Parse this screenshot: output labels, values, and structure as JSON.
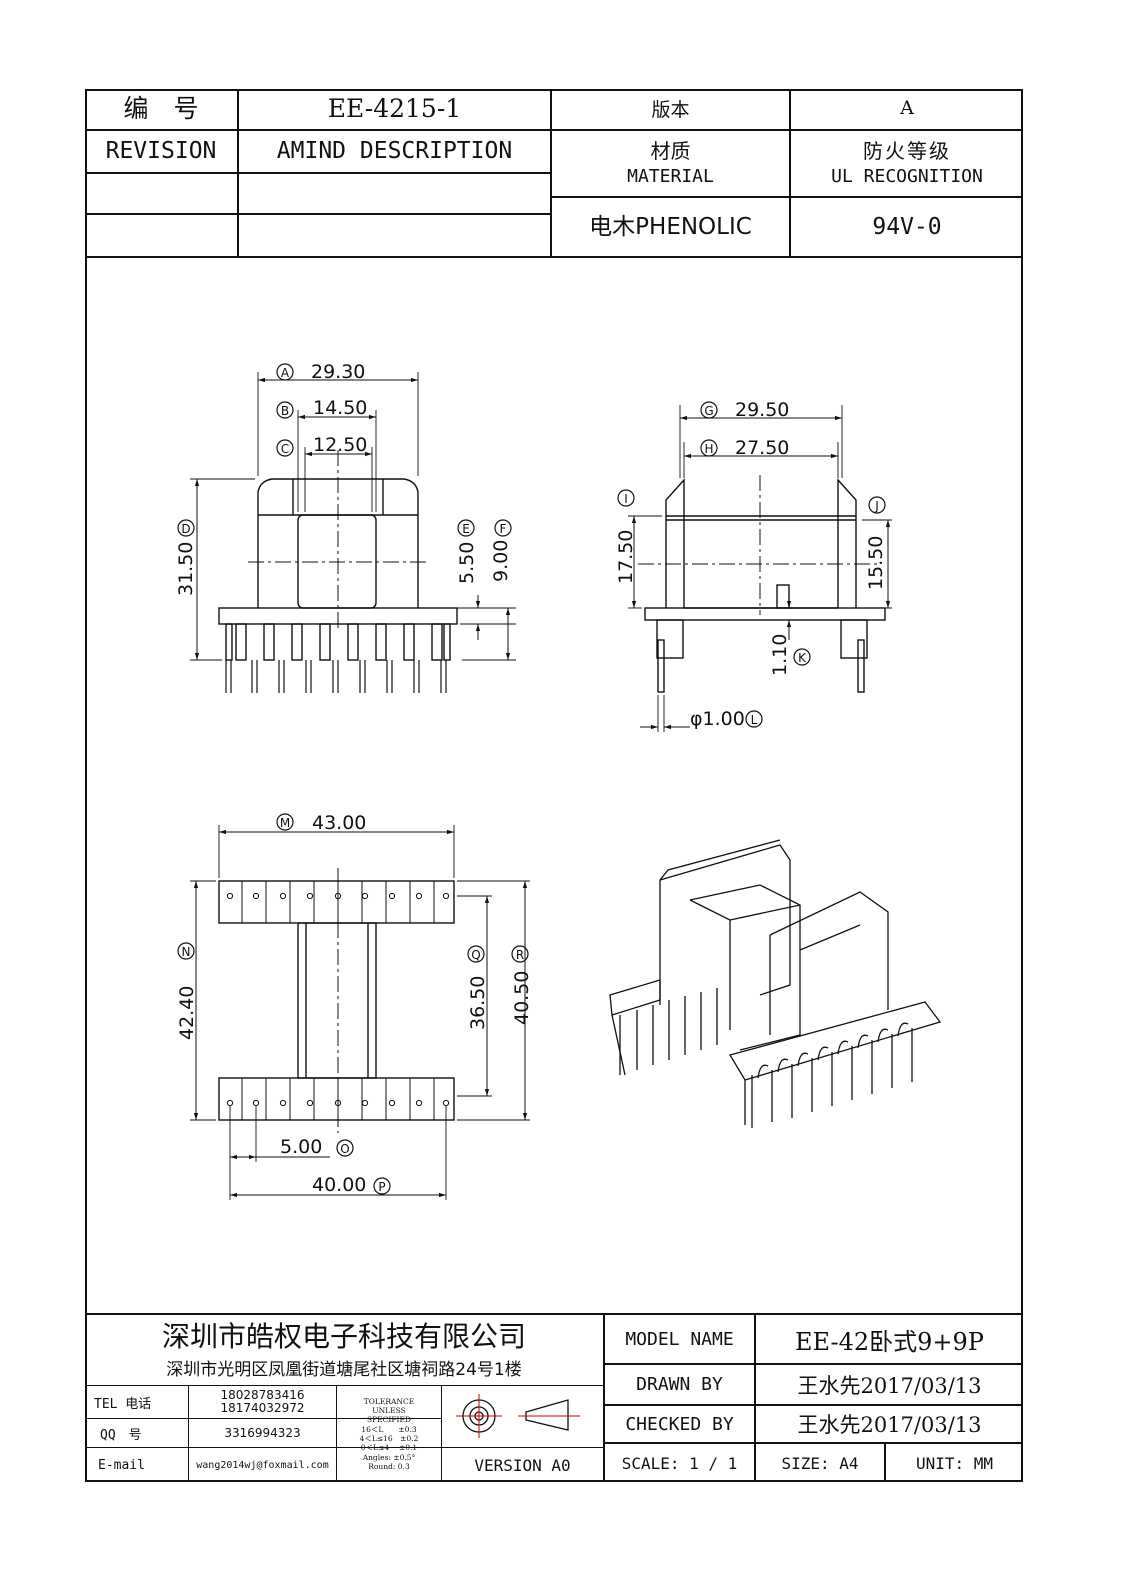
{
  "header": {
    "number_label": "编　号",
    "part_number": "EE-4215-1",
    "version_label": "版本",
    "version_value": "A",
    "revision_label": "REVISION",
    "amend_label": "AMIND DESCRIPTION",
    "material_label_cn": "材质",
    "material_label_en": "MATERIAL",
    "fire_label_cn": "防火等级",
    "fire_label_en": "UL RECOGNITION",
    "material_value": "电木PHENOLIC",
    "fire_value": "94V-0"
  },
  "dimensions": {
    "A": {
      "letter": "A",
      "value": "29.30"
    },
    "B": {
      "letter": "B",
      "value": "14.50"
    },
    "C": {
      "letter": "C",
      "value": "12.50"
    },
    "D": {
      "letter": "D",
      "value": "31.50"
    },
    "E": {
      "letter": "E",
      "value": "5.50"
    },
    "F": {
      "letter": "F",
      "value": "9.00"
    },
    "G": {
      "letter": "G",
      "value": "29.50"
    },
    "H": {
      "letter": "H",
      "value": "27.50"
    },
    "I": {
      "letter": "I",
      "value": "17.50"
    },
    "J": {
      "letter": "J",
      "value": "15.50"
    },
    "K": {
      "letter": "K",
      "value": "1.10"
    },
    "L": {
      "letter": "L",
      "value": "φ1.00"
    },
    "M": {
      "letter": "M",
      "value": "43.00"
    },
    "N": {
      "letter": "N",
      "value": "42.40"
    },
    "O": {
      "letter": "O",
      "value": "5.00"
    },
    "P": {
      "letter": "P",
      "value": "40.00"
    },
    "Q": {
      "letter": "Q",
      "value": "36.50"
    },
    "R": {
      "letter": "R",
      "value": "40.50"
    }
  },
  "footer": {
    "company": "深圳市皓权电子科技有限公司",
    "address": "深圳市光明区凤凰街道塘尾社区塘祠路24号1楼",
    "tel_label": "TEL 电话",
    "tel_1": "18028783416",
    "tel_2": "18174032972",
    "qq_label": "QQ　号",
    "qq_value": "3316994323",
    "email_label": "E-mail",
    "email_value": "wang2014wj@foxmail.com",
    "tolerance_title": "TOLERANCE",
    "tolerance_unless": "UNLESS",
    "tolerance_specified": "SPECIFIED",
    "tol_1": "16＜L　　±0.3",
    "tol_2": "4＜L≤16　±0.2",
    "tol_3": "0＜L≤4　 ±0.1",
    "tol_angles": "Angles: ±0.5°",
    "tol_round": "Round: 0.3",
    "version_text": "VERSION A0",
    "model_name_label": "MODEL NAME",
    "model_name_value": "EE-42卧式9+9P",
    "drawn_by_label": "DRAWN BY",
    "drawn_by_value": "王水先2017/03/13",
    "checked_by_label": "CHECKED BY",
    "checked_by_value": "王水先2017/03/13",
    "scale_text": "SCALE: 1 / 1",
    "size_text": "SIZE: A4",
    "unit_text": "UNIT: MM"
  }
}
